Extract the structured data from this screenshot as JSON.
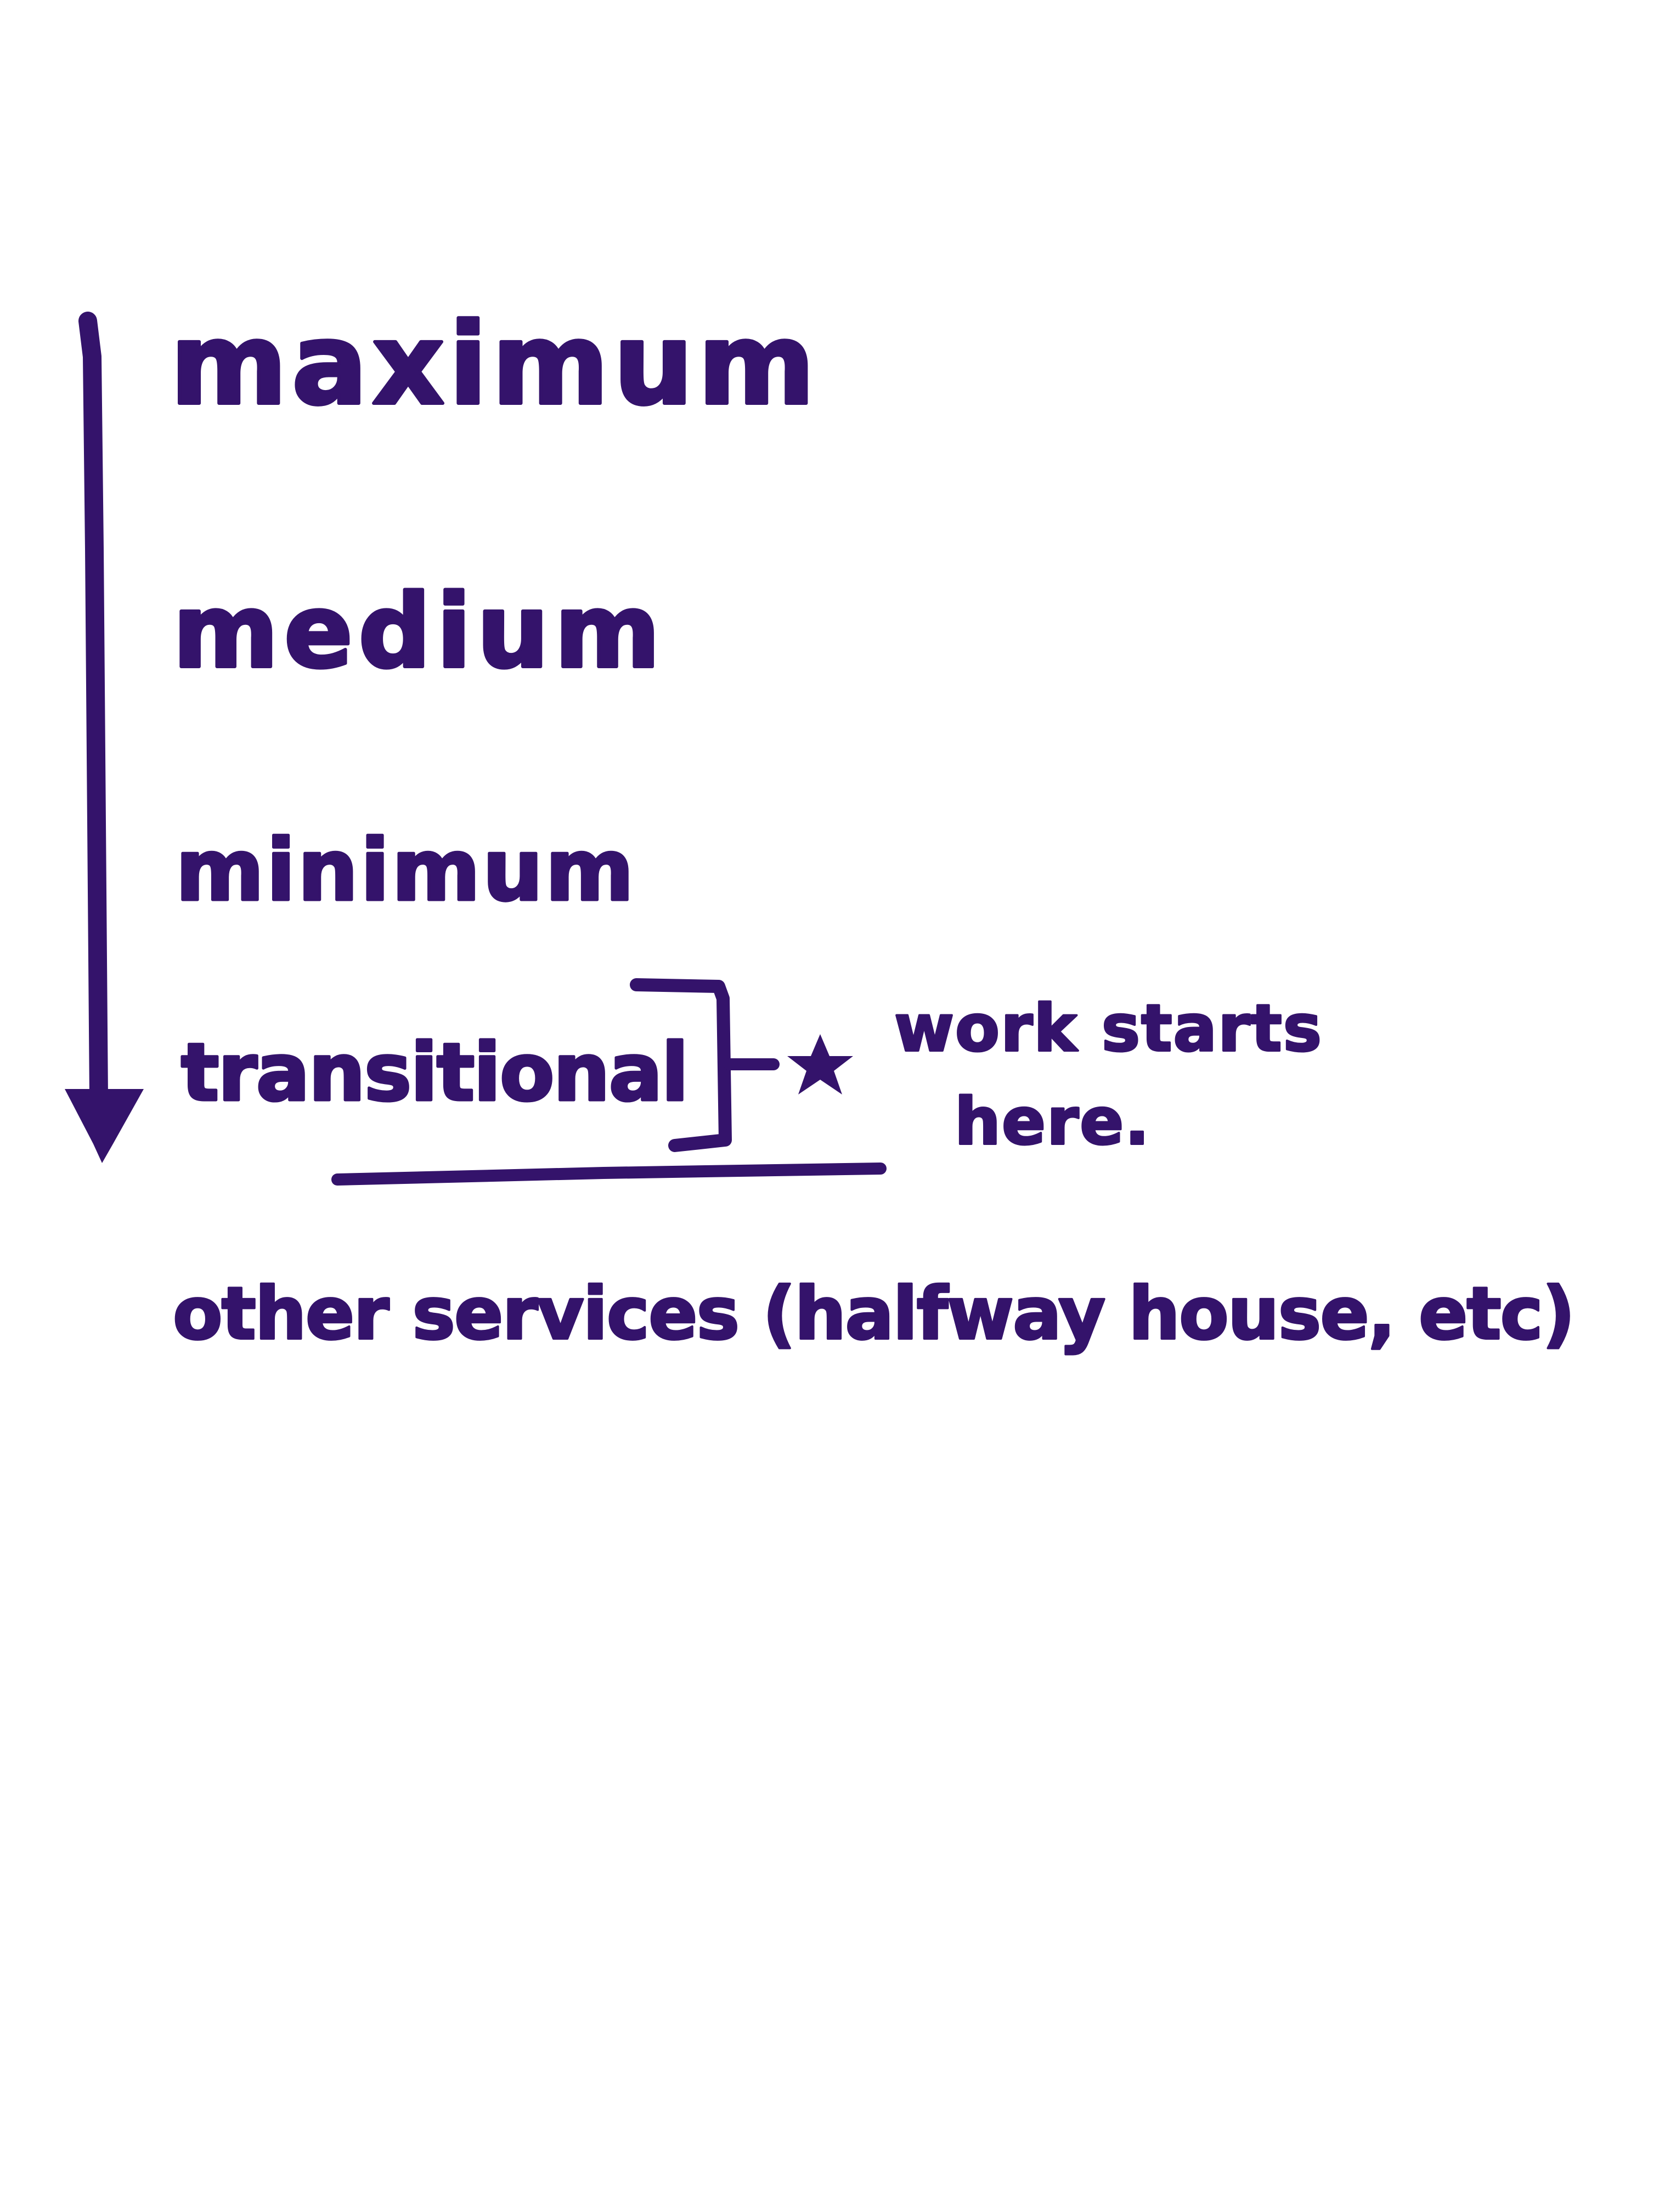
{
  "levels": [
    "maximum",
    "medium",
    "minimum",
    "transitional"
  ],
  "callout": {
    "line1": "work starts",
    "line2": "here."
  },
  "footer": "other services (halfway house, etc)",
  "colors": {
    "ink": "#34136b",
    "background": "#ffffff"
  },
  "icons": {
    "arrow": "down-arrow-icon",
    "star": "star-icon"
  }
}
